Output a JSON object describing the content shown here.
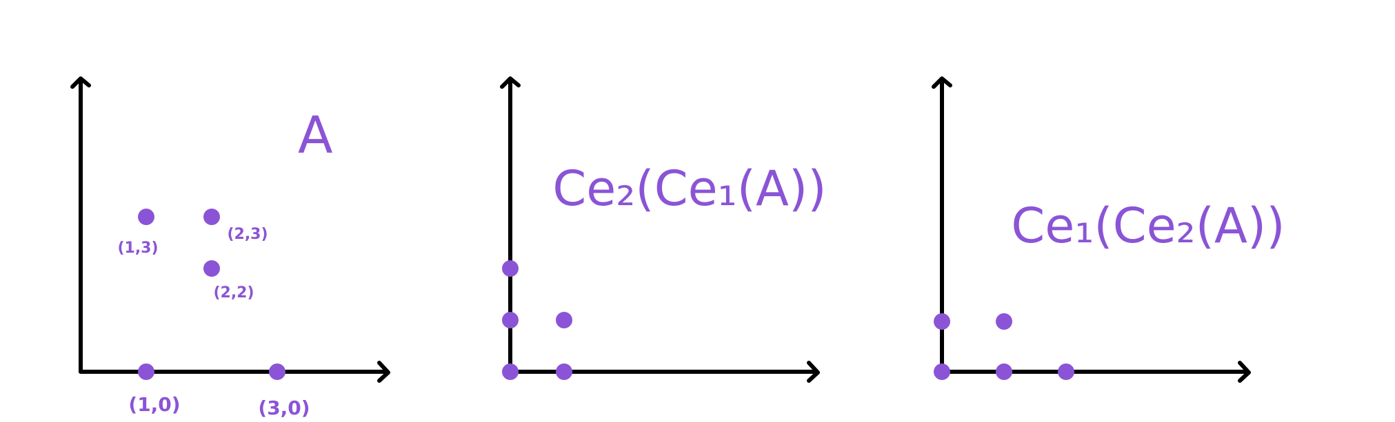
{
  "colors": {
    "background": "#ffffff",
    "axes": "#000000",
    "ink": "#8b54d6"
  },
  "panels": [
    {
      "title": "A",
      "points": [
        {
          "x": 1,
          "y": 3,
          "label": "(1,3)"
        },
        {
          "x": 2,
          "y": 3,
          "label": "(2,3)"
        },
        {
          "x": 2,
          "y": 2,
          "label": "(2,2)"
        },
        {
          "x": 1,
          "y": 0,
          "label": "(1,0)"
        },
        {
          "x": 3,
          "y": 0,
          "label": "(3,0)"
        }
      ]
    },
    {
      "title": "Ce₂(Ce₁(A))",
      "points": [
        {
          "x": 0,
          "y": 2,
          "label": ""
        },
        {
          "x": 0,
          "y": 1,
          "label": ""
        },
        {
          "x": 1,
          "y": 1,
          "label": ""
        },
        {
          "x": 0,
          "y": 0,
          "label": ""
        },
        {
          "x": 1,
          "y": 0,
          "label": ""
        }
      ]
    },
    {
      "title": "Ce₁(Ce₂(A))",
      "points": [
        {
          "x": 0,
          "y": 1,
          "label": ""
        },
        {
          "x": 1,
          "y": 1,
          "label": ""
        },
        {
          "x": 0,
          "y": 0,
          "label": ""
        },
        {
          "x": 1,
          "y": 0,
          "label": ""
        },
        {
          "x": 2,
          "y": 0,
          "label": ""
        }
      ]
    }
  ]
}
